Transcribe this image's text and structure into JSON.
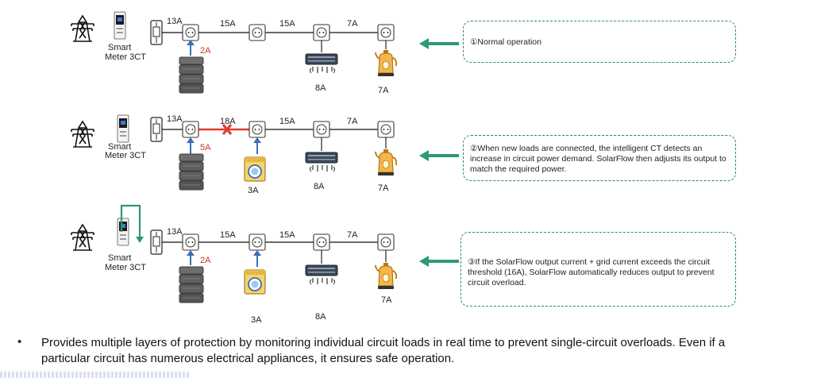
{
  "meter_label_line1": "Smart",
  "meter_label_line2": "Meter 3CT",
  "rows": [
    {
      "currents": [
        "13A",
        "15A",
        "15A",
        "7A"
      ],
      "battery_current": "2A",
      "loads": [
        "8A",
        "7A"
      ],
      "note": "①Normal operation"
    },
    {
      "currents": [
        "13A",
        "18A",
        "15A",
        "7A"
      ],
      "battery_current": "5A",
      "loads": [
        "3A",
        "8A",
        "7A"
      ],
      "note": "②When new loads are connected, the intelligent CT detects an increase in circuit power demand. SolarFlow then adjusts its output to match the required power."
    },
    {
      "currents": [
        "13A",
        "15A",
        "15A",
        "7A"
      ],
      "battery_current": "2A",
      "loads": [
        "3A",
        "8A",
        "7A"
      ],
      "note": "③If the SolarFlow output current + grid current exceeds the circuit threshold (16A), SolarFlow automatically reduces output to prevent circuit overload."
    }
  ],
  "bullet": "Provides multiple layers of protection by monitoring individual circuit loads in real time to prevent single-circuit overloads. Even if a particular circuit has numerous electrical appliances, it ensures safe operation.",
  "colors": {
    "arrow_green": "#2e9a6e",
    "overload_red": "#e03a2f",
    "flow_blue": "#3a6fb0"
  }
}
